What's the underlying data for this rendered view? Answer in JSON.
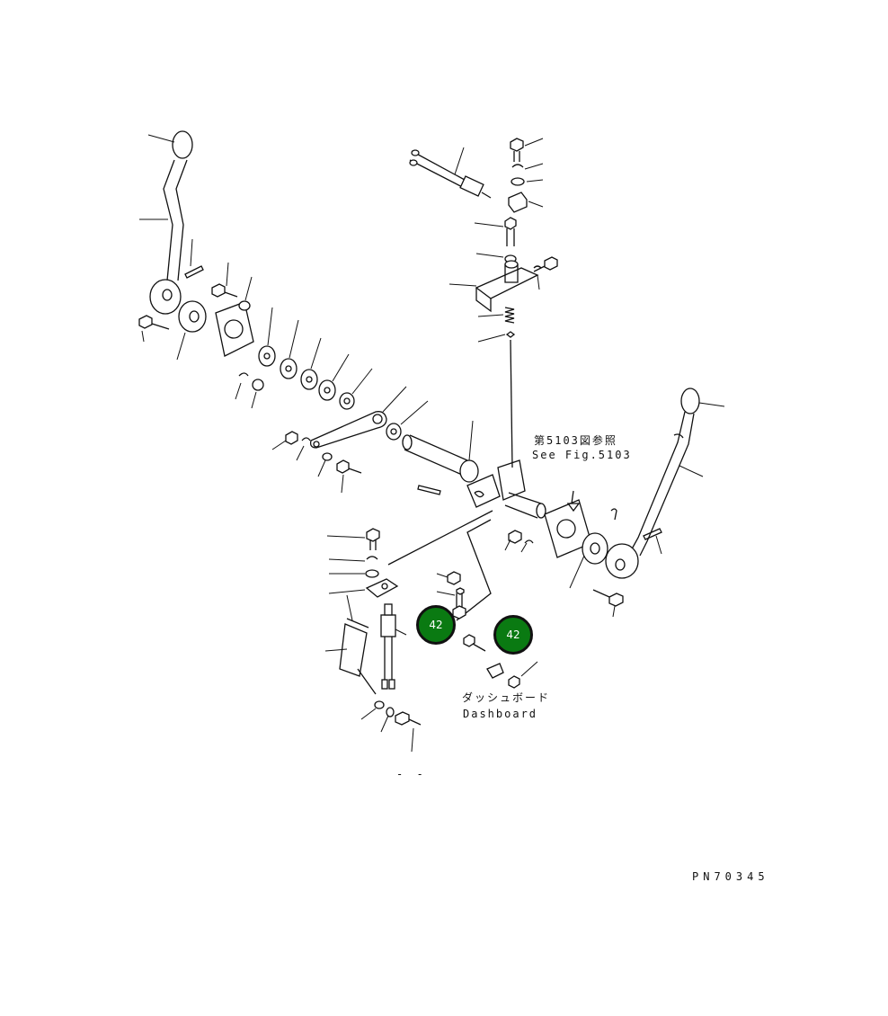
{
  "labels": {
    "ref_jp": "第5103図参照",
    "ref_en": "See Fig.5103",
    "dashboard_jp": "ダッシュボード",
    "dashboard_en": "Dashboard",
    "drawing_number": "PN70345",
    "small_mark": "- -"
  },
  "callouts": [
    {
      "number": "42"
    },
    {
      "number": "42"
    }
  ],
  "colors": {
    "callout_fill": "#0a7a12",
    "line": "#111111",
    "background": "#ffffff"
  }
}
